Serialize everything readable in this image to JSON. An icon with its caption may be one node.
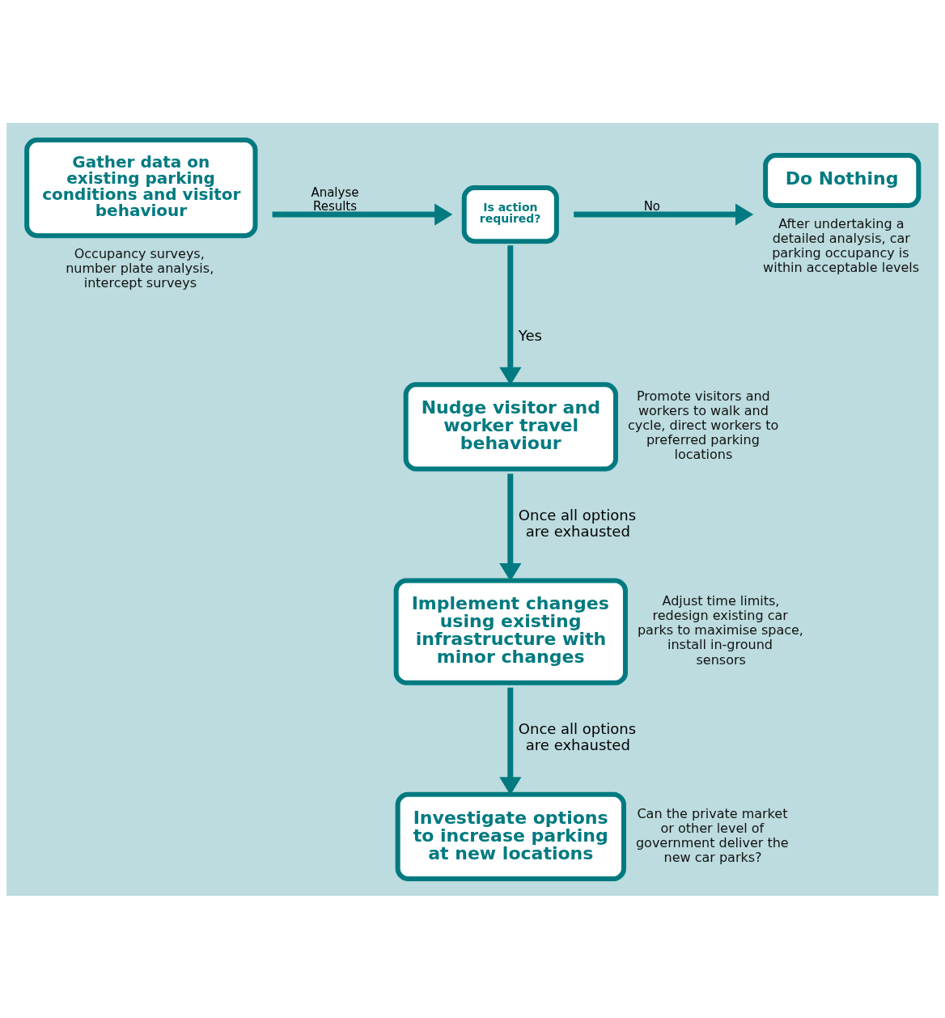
{
  "diagram": {
    "nodes": [
      {
        "text": [
          "Gather data on existing parking conditions and visitor behaviour"
        ],
        "beside": [
          "Occupancy surveys, number plate analysis, intercept surveys"
        ]
      },
      {
        "text": [
          "Is action required?"
        ]
      },
      {
        "text": [
          "Do Nothing"
        ],
        "beside": [
          "After undertaking a detailed analysis, car parking occupancy is within acceptable levels"
        ]
      },
      {
        "text": [
          "Nudge visitor and worker travel behaviour"
        ],
        "beside": [
          "Promote visitors and workers to walk and cycle, direct workers to preferred parking locations"
        ]
      },
      {
        "text": [
          "Implement changes using existing infrastructure with minor changes"
        ],
        "beside": [
          "Adjust time limits, redesign existing car parks to maximise space, install in-ground sensors"
        ]
      },
      {
        "text": [
          "Investigate options to increase parking at new locations"
        ],
        "beside": [
          "Can the private market or other level of government deliver the new car parks?"
        ]
      }
    ],
    "edges": [
      {
        "from": 0,
        "to": 1,
        "arrow": "to",
        "label": "Analyse Results"
      },
      {
        "from": 1,
        "to": 2,
        "arrow": "to",
        "label": "No"
      },
      {
        "from": 1,
        "to": 3,
        "arrow": "to",
        "label": "Yes"
      },
      {
        "from": 3,
        "to": 4,
        "arrow": "to",
        "label": "Once all options are exhausted"
      },
      {
        "from": 4,
        "to": 5,
        "arrow": "to",
        "label": "Once all options are exhausted"
      }
    ]
  }
}
